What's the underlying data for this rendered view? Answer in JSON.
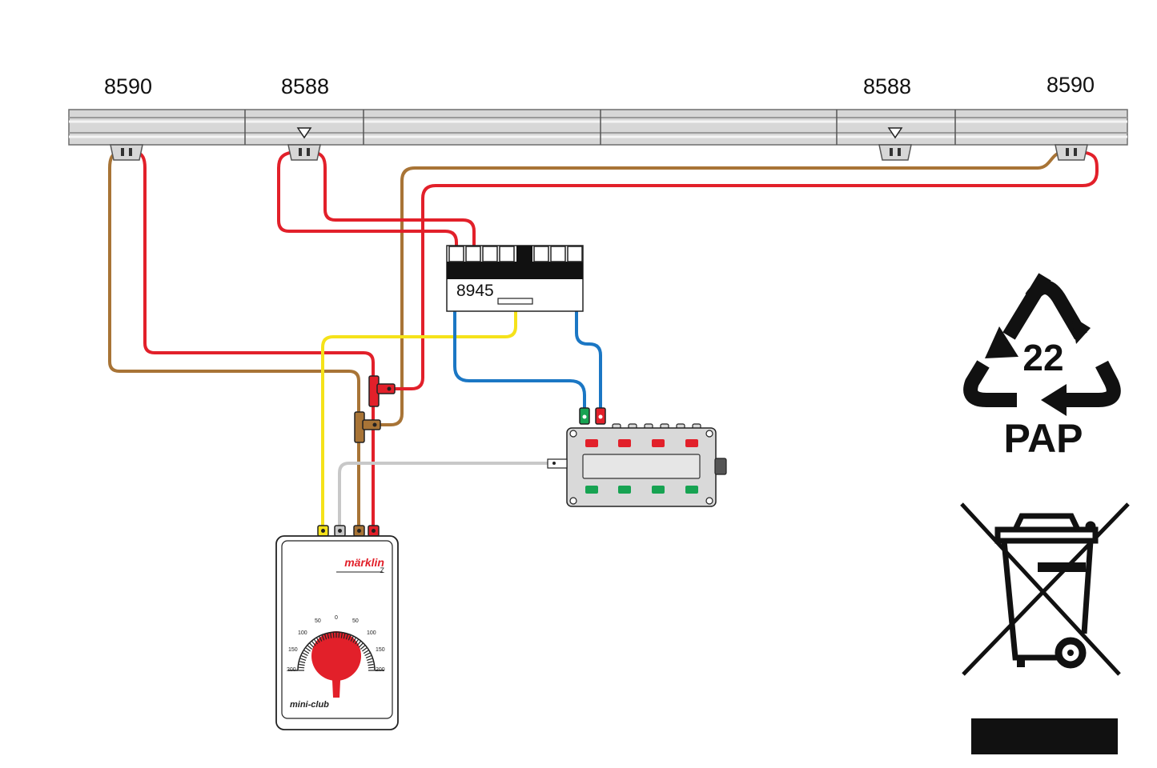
{
  "track": {
    "labels": [
      "8590",
      "8588",
      "8588",
      "8590"
    ]
  },
  "module": {
    "label": "8945"
  },
  "controller": {
    "brand": "märklin",
    "scale": "Z",
    "model": "mini-club",
    "dial_ticks": [
      "200",
      "150",
      "100",
      "50",
      "0",
      "50",
      "100",
      "150",
      "200"
    ]
  },
  "recycling": {
    "code": "22",
    "material": "PAP"
  },
  "wire_colors": {
    "brown": "#a87436",
    "red": "#e2202a",
    "yellow": "#f5e21a",
    "blue": "#1b77c4",
    "gray": "#c8c8c8"
  },
  "button_colors": {
    "red": "#e2202a",
    "green": "#17a352"
  }
}
